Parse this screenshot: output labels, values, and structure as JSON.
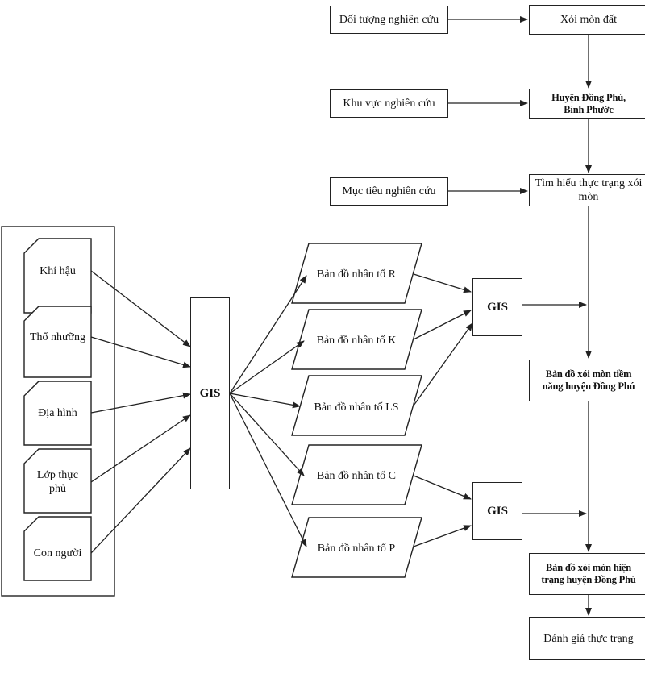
{
  "top": {
    "object_label": "Đối tượng nghiên cứu",
    "object_value": "Xói mòn đất",
    "area_label": "Khu vực nghiên cứu",
    "area_value": "Huyện Đồng Phú, Bình Phước",
    "goal_label": "Mục tiêu nghiên cứu",
    "goal_value": "Tìm hiểu thực trạng xói mòn"
  },
  "inputs": [
    "Khí hậu",
    "Thổ nhưỡng",
    "Địa hình",
    "Lớp thực phủ",
    "Con người"
  ],
  "gis_label": "GIS",
  "factor_maps": [
    "Bản đồ nhân tố R",
    "Bản đồ nhân tố K",
    "Bản đồ nhân tố LS",
    "Bản đồ nhân tố C",
    "Bản đồ nhân tố P"
  ],
  "results": {
    "potential_map": "Bản đồ xói mòn tiềm năng huyện Đồng Phú",
    "current_map": "Bản đồ xói mòn hiện trạng huyện Đồng Phú",
    "assessment": "Đánh giá thực trạng"
  }
}
